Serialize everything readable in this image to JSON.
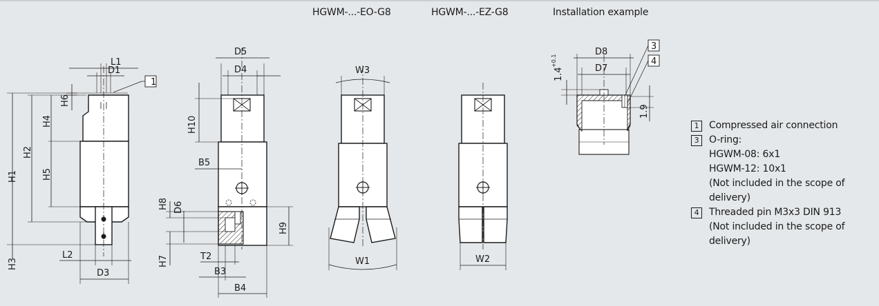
{
  "headers": {
    "eo": "HGWM-...-EO-G8",
    "ez": "HGWM-...-EZ-G8",
    "install": "Installation example"
  },
  "dims": {
    "L1": "L1",
    "D1": "D1",
    "H6": "H6",
    "H1": "H1",
    "H2": "H2",
    "H4": "H4",
    "H5": "H5",
    "H3": "H3",
    "L2": "L2",
    "D3": "D3",
    "D5": "D5",
    "D4": "D4",
    "H10": "H10",
    "B5": "B5",
    "H8": "H8",
    "D6": "D6",
    "H9": "H9",
    "H7": "H7",
    "T2": "T2",
    "B3": "B3",
    "B4": "B4",
    "W3": "W3",
    "W1": "W1",
    "W2": "W2",
    "D8": "D8",
    "D7": "D7",
    "tol14": "1.4",
    "tolsup": "+0.1",
    "d19": "1.9"
  },
  "callouts": {
    "c1": "1",
    "c3": "3",
    "c4": "4"
  },
  "legend": {
    "items": [
      {
        "num": "1",
        "text": "Compressed air connection"
      },
      {
        "num": "3",
        "text": "O-ring:"
      }
    ],
    "oring_lines": [
      "HGWM-08: 6x1",
      "HGWM-12: 10x1",
      "(Not included in the scope of",
      "delivery)"
    ],
    "item4": {
      "num": "4",
      "text": "Threaded pin M3x3 DIN 913"
    },
    "item4_lines": [
      "(Not included in the scope of",
      "delivery)"
    ]
  }
}
